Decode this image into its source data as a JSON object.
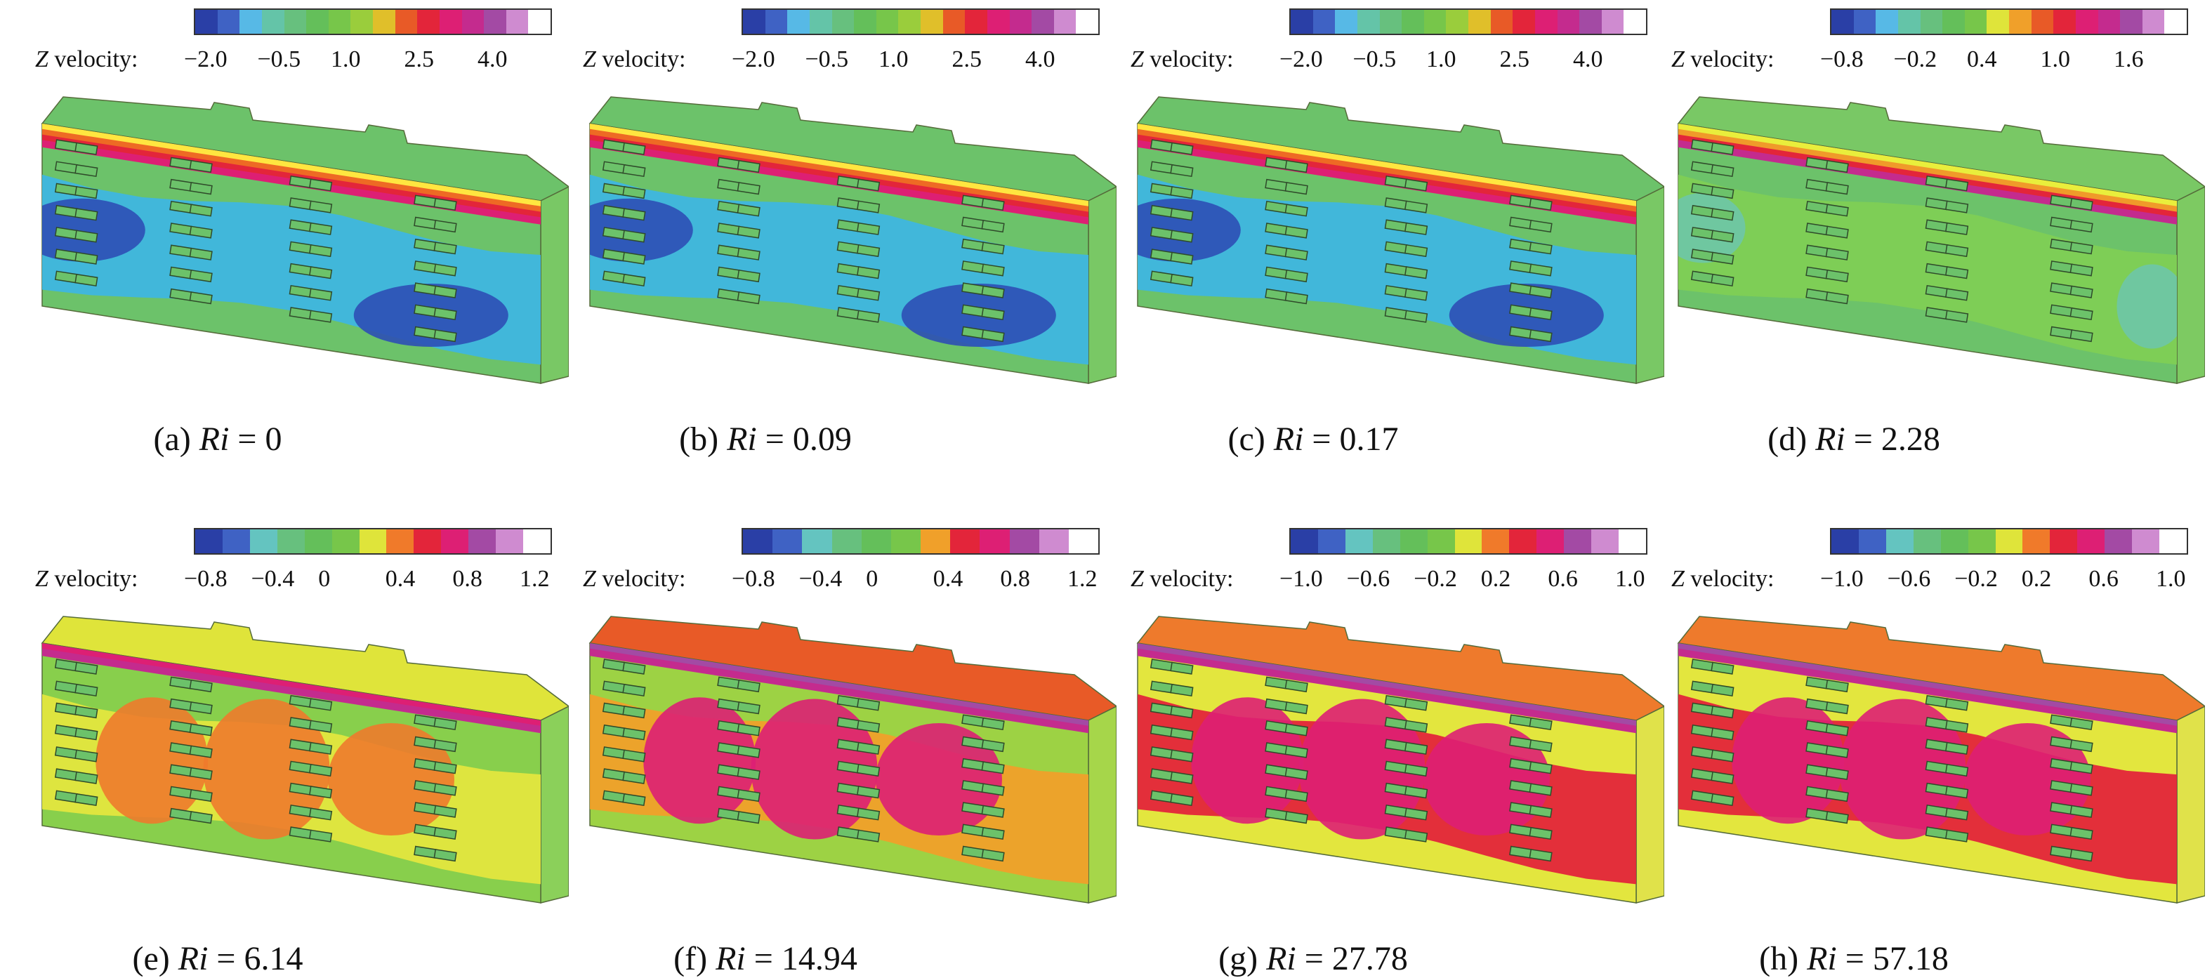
{
  "legend_label_italic": "Z",
  "legend_label_rest": "velocity:",
  "panels": [
    {
      "id": "a",
      "caption_prefix": "(a)",
      "caption_var": "Ri",
      "caption_value": "= 0",
      "ticks": [
        "−2.0",
        "−0.5",
        "1.0",
        "2.5",
        "4.0"
      ],
      "colors": [
        "#2a3fa6",
        "#3f62c4",
        "#57b9e6",
        "#64c4a8",
        "#67c07e",
        "#64bf5a",
        "#77c64a",
        "#9acd3c",
        "#e0bf2a",
        "#e85a27",
        "#e3253a",
        "#dd1f74",
        "#c42b8e",
        "#a34aa4",
        "#cf8bd0",
        "#ffffff"
      ],
      "scheme": "blue"
    },
    {
      "id": "b",
      "caption_prefix": "(b)",
      "caption_var": "Ri",
      "caption_value": "= 0.09",
      "ticks": [
        "−2.0",
        "−0.5",
        "1.0",
        "2.5",
        "4.0"
      ],
      "colors": [
        "#2a3fa6",
        "#3f62c4",
        "#57b9e6",
        "#64c4a8",
        "#67c07e",
        "#64bf5a",
        "#77c64a",
        "#9acd3c",
        "#e0bf2a",
        "#e85a27",
        "#e3253a",
        "#dd1f74",
        "#c42b8e",
        "#a34aa4",
        "#cf8bd0",
        "#ffffff"
      ],
      "scheme": "blue"
    },
    {
      "id": "c",
      "caption_prefix": "(c)",
      "caption_var": "Ri",
      "caption_value": "= 0.17",
      "ticks": [
        "−2.0",
        "−0.5",
        "1.0",
        "2.5",
        "4.0"
      ],
      "colors": [
        "#2a3fa6",
        "#3f62c4",
        "#57b9e6",
        "#64c4a8",
        "#67c07e",
        "#64bf5a",
        "#77c64a",
        "#9acd3c",
        "#e0bf2a",
        "#e85a27",
        "#e3253a",
        "#dd1f74",
        "#c42b8e",
        "#a34aa4",
        "#cf8bd0",
        "#ffffff"
      ],
      "scheme": "blue"
    },
    {
      "id": "d",
      "caption_prefix": "(d)",
      "caption_var": "Ri",
      "caption_value": "= 2.28",
      "ticks": [
        "−0.8",
        "−0.2",
        "0.4",
        "1.0",
        "1.6"
      ],
      "colors": [
        "#2a3fa6",
        "#3f62c4",
        "#57b9e6",
        "#64c4a8",
        "#67c07e",
        "#64bf5a",
        "#77c64a",
        "#dfe43a",
        "#f0a02a",
        "#e85a27",
        "#e3253a",
        "#dd1f74",
        "#c42b8e",
        "#a34aa4",
        "#cf8bd0",
        "#ffffff"
      ],
      "scheme": "green"
    },
    {
      "id": "e",
      "caption_prefix": "(e)",
      "caption_var": "Ri",
      "caption_value": "= 6.14",
      "ticks": [
        "−0.8",
        "−0.4",
        "0",
        "0.4",
        "0.8",
        "1.2"
      ],
      "colors": [
        "#2a3fa6",
        "#3f62c4",
        "#64c4c0",
        "#67c07e",
        "#64bf5a",
        "#77c64a",
        "#dfe43a",
        "#f07a2a",
        "#e3253a",
        "#dd1f74",
        "#a34aa4",
        "#cf8bd0",
        "#ffffff"
      ],
      "scheme": "yellow"
    },
    {
      "id": "f",
      "caption_prefix": "(f)",
      "caption_var": "Ri",
      "caption_value": "= 14.94",
      "ticks": [
        "−0.8",
        "−0.4",
        "0",
        "0.4",
        "0.8",
        "1.2"
      ],
      "colors": [
        "#2a3fa6",
        "#3f62c4",
        "#64c4c0",
        "#67c07e",
        "#64bf5a",
        "#77c64a",
        "#f0a02a",
        "#e3253a",
        "#dd1f74",
        "#a34aa4",
        "#cf8bd0",
        "#ffffff"
      ],
      "scheme": "orange"
    },
    {
      "id": "g",
      "caption_prefix": "(g)",
      "caption_var": "Ri",
      "caption_value": "= 27.78",
      "ticks": [
        "−1.0",
        "−0.6",
        "−0.2",
        "0.2",
        "0.6",
        "1.0"
      ],
      "colors": [
        "#2a3fa6",
        "#3f62c4",
        "#64c4c0",
        "#67c07e",
        "#64bf5a",
        "#77c64a",
        "#dfe43a",
        "#f07a2a",
        "#e3253a",
        "#dd1f74",
        "#a34aa4",
        "#cf8bd0",
        "#ffffff"
      ],
      "scheme": "red"
    },
    {
      "id": "h",
      "caption_prefix": "(h)",
      "caption_var": "Ri",
      "caption_value": "= 57.18",
      "ticks": [
        "−1.0",
        "−0.6",
        "−0.2",
        "0.2",
        "0.6",
        "1.0"
      ],
      "colors": [
        "#2a3fa6",
        "#3f62c4",
        "#64c4c0",
        "#67c07e",
        "#64bf5a",
        "#77c64a",
        "#dfe43a",
        "#f07a2a",
        "#e3253a",
        "#dd1f74",
        "#a34aa4",
        "#cf8bd0",
        "#ffffff"
      ],
      "scheme": "red"
    }
  ]
}
